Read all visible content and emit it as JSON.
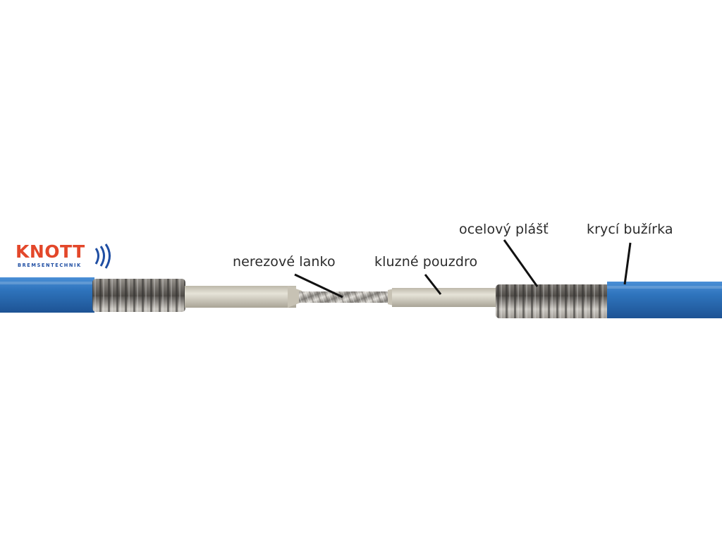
{
  "logo": {
    "brand": "KNOTT",
    "tagline": "BREMSENTECHNIK",
    "brand_color": "#e3472a",
    "accent_color": "#1f4ea3"
  },
  "callouts": {
    "stainless_cable": "nerezové lanko",
    "sliding_liner": "kluzné pouzdro",
    "steel_sheath": "ocelový plášť",
    "cover_sleeve": "krycí bužírka"
  },
  "colors": {
    "cover_sleeve": "#2c6fb7",
    "steel_sheath": "#8d8a85",
    "sliding_liner": "#d9d5c8",
    "stainless_cable": "#b5b2ad"
  }
}
